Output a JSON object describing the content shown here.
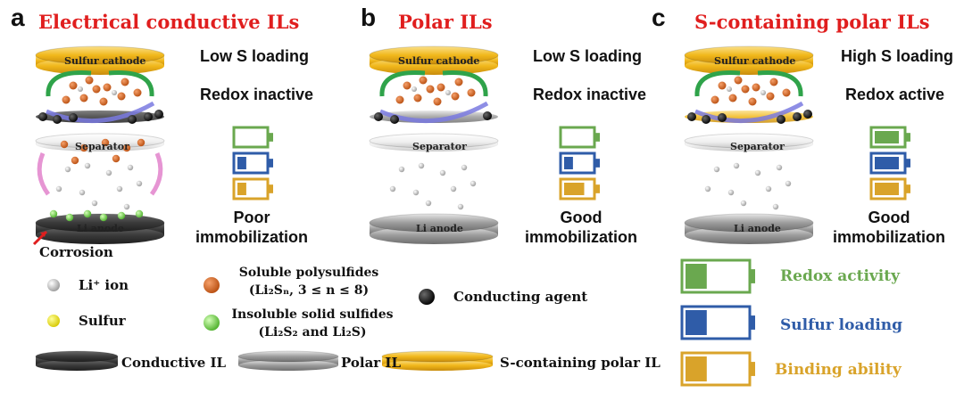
{
  "colors": {
    "title_red": "#e01e1e",
    "sulfur_gold": "#e7b222",
    "green": "#6aa84f",
    "blue": "#2f5ca8",
    "gold": "#d9a32a",
    "polysulfide": "#d9661f",
    "li_ion": "#c8c8c8",
    "insoluble": "#7ed957",
    "sulfur": "#f4ea12",
    "conducting": "#111111"
  },
  "panels": [
    {
      "letter": "a",
      "title": "Electrical conductive ILs",
      "cathode_label": "Sulfur cathode",
      "separator_label": "Separator",
      "anode_label": "Li anode",
      "loading": "Low S loading",
      "redox": "Redox inactive",
      "immob_line1": "Poor",
      "immob_line2": "immobilization",
      "corrosion": "Corrosion",
      "battery_levels": [
        0.0,
        0.33,
        0.33
      ]
    },
    {
      "letter": "b",
      "title": "Polar ILs",
      "cathode_label": "Sulfur cathode",
      "separator_label": "Separator",
      "anode_label": "Li anode",
      "loading": "Low S loading",
      "redox": "Redox inactive",
      "immob_line1": "Good",
      "immob_line2": "immobilization",
      "battery_levels": [
        0.0,
        0.33,
        0.75
      ]
    },
    {
      "letter": "c",
      "title": "S-containing polar ILs",
      "cathode_label": "Sulfur cathode",
      "separator_label": "Separator",
      "anode_label": "Li anode",
      "loading": "High S loading",
      "redox": "Redox active",
      "immob_line1": "Good",
      "immob_line2": "immobilization",
      "battery_levels": [
        0.9,
        0.9,
        0.9
      ]
    }
  ],
  "legend": {
    "li_ion": "Li⁺ ion",
    "sulfur": "Sulfur",
    "soluble_line1": "Soluble polysulfides",
    "soluble_line2": "(Li₂Sₙ, 3 ≤ n ≤ 8)",
    "insoluble_line1": "Insoluble solid sulfides",
    "insoluble_line2": "(Li₂S₂ and Li₂S)",
    "conducting_agent": "Conducting agent",
    "conductive_il": "Conductive IL",
    "polar_il": "Polar IL",
    "s_containing_il": "S-containing polar IL"
  },
  "battery_legend": [
    {
      "label": "Redox activity",
      "color": "#6aa84f",
      "level": 0.35
    },
    {
      "label": "Sulfur loading",
      "color": "#2f5ca8",
      "level": 0.35
    },
    {
      "label": "Binding ability",
      "color": "#d9a32a",
      "level": 0.35
    }
  ]
}
